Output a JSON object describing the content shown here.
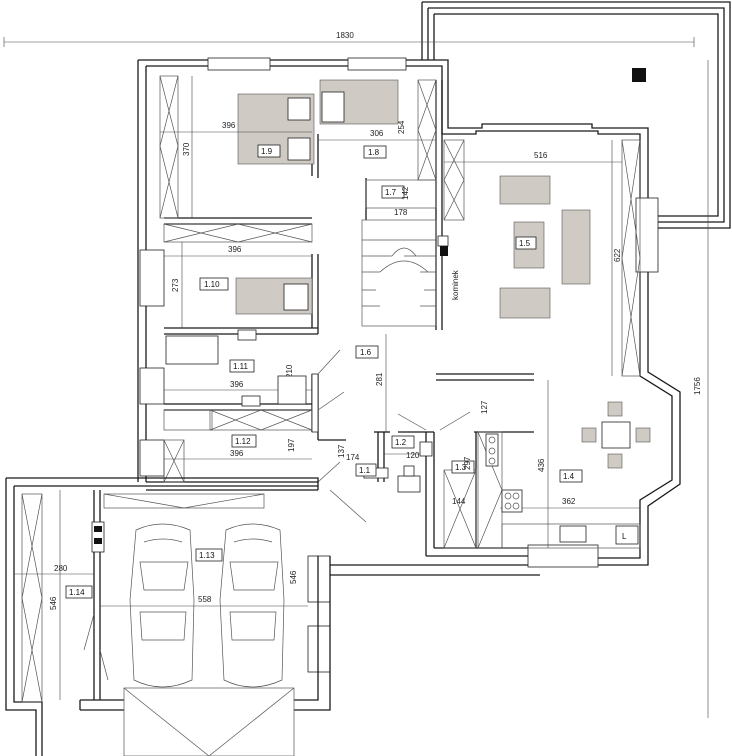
{
  "dimensions": {
    "overall_width": "1830",
    "overall_depth": "1756",
    "bedroom_1_9_w": "396",
    "bedroom_1_9_d": "370",
    "room_1_8_w": "306",
    "room_1_8_d": "254",
    "room_1_7_w": "178",
    "room_1_7_d": "142",
    "bedroom_1_10_w": "396",
    "bedroom_1_10_d": "273",
    "bath_1_11_w": "396",
    "bath_1_11_d": "210",
    "room_1_12_w": "396",
    "room_1_12_d": "197",
    "hall_1_6_d": "281",
    "hall_1_1_w": "174",
    "hall_1_1_d": "137",
    "wc_1_2_w": "120",
    "pantry_1_3_w": "144",
    "pantry_1_3_d": "297",
    "dining_1_4_top": "127",
    "dining_1_4_d": "436",
    "dining_1_4_w": "362",
    "living_1_5_w": "516",
    "living_1_5_d": "622",
    "garage_1_13_w": "558",
    "garage_1_13_d": "546",
    "garage_1_14_w": "280",
    "garage_1_14_d": "546"
  },
  "rooms": {
    "r1_1": "1.1",
    "r1_2": "1.2",
    "r1_3": "1.3",
    "r1_4": "1.4",
    "r1_5": "1.5",
    "r1_6": "1.6",
    "r1_7": "1.7",
    "r1_8": "1.8",
    "r1_9": "1.9",
    "r1_10": "1.10",
    "r1_11": "1.11",
    "r1_12": "1.12",
    "r1_13": "1.13",
    "r1_14": "1.14"
  },
  "labels": {
    "fireplace": "kominek",
    "kitchen_corner": "L"
  },
  "colors": {
    "wall": "#1a1a1a",
    "furniture": "#cfcac4",
    "terrace_marker": "#111111"
  }
}
